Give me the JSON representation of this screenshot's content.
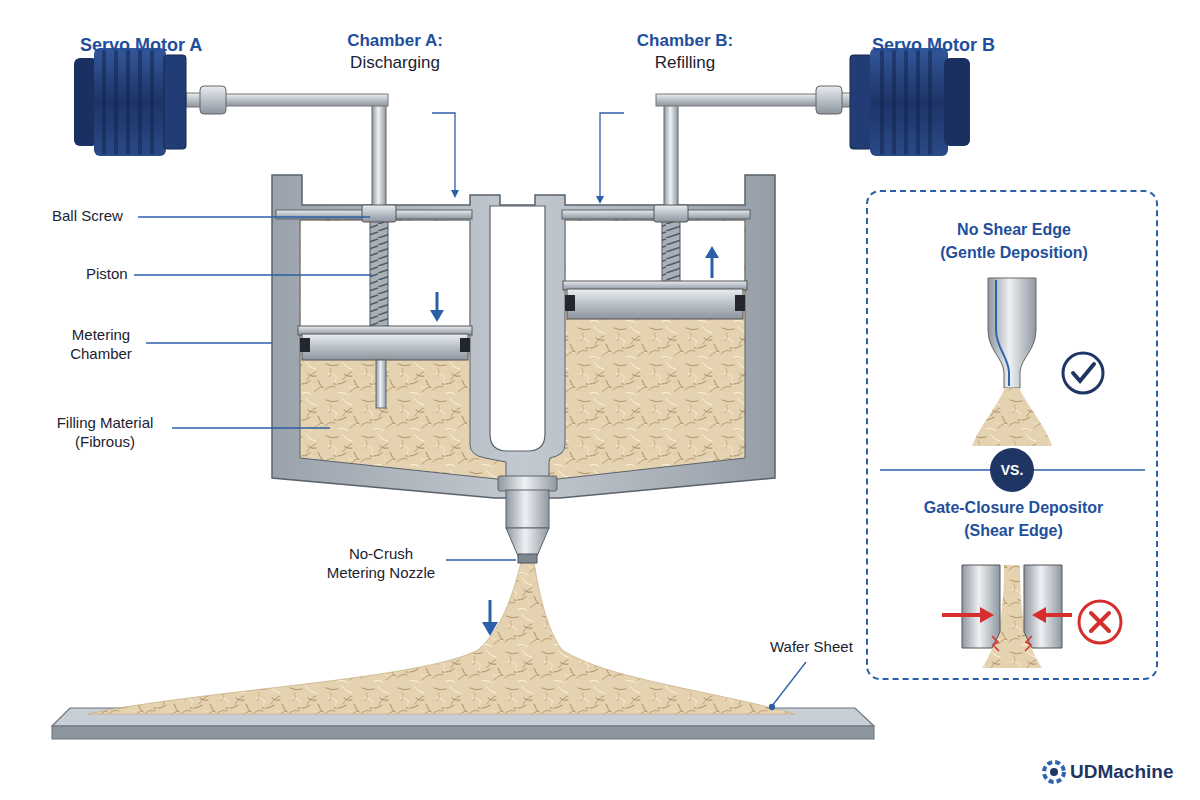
{
  "diagram": {
    "nodes": [
      {
        "text": [
          "No Shear Edge (Gentle Deposition)",
          "Gate-Closure Depositor (Shear Edge)"
        ]
      },
      {
        "text": [
          "VS."
        ],
        "in": 0
      }
    ],
    "labels": [
      "Servo Motor A",
      "Chamber A:",
      "Discharging",
      "Chamber B:",
      "Refilling",
      "Servo Motor B",
      "Ball Screw",
      "Piston",
      "Metering Chamber",
      "Filling Material (Fibrous)",
      "No-Crush Metering Nozzle",
      "Wafer Sheet",
      "UDMachine"
    ]
  }
}
